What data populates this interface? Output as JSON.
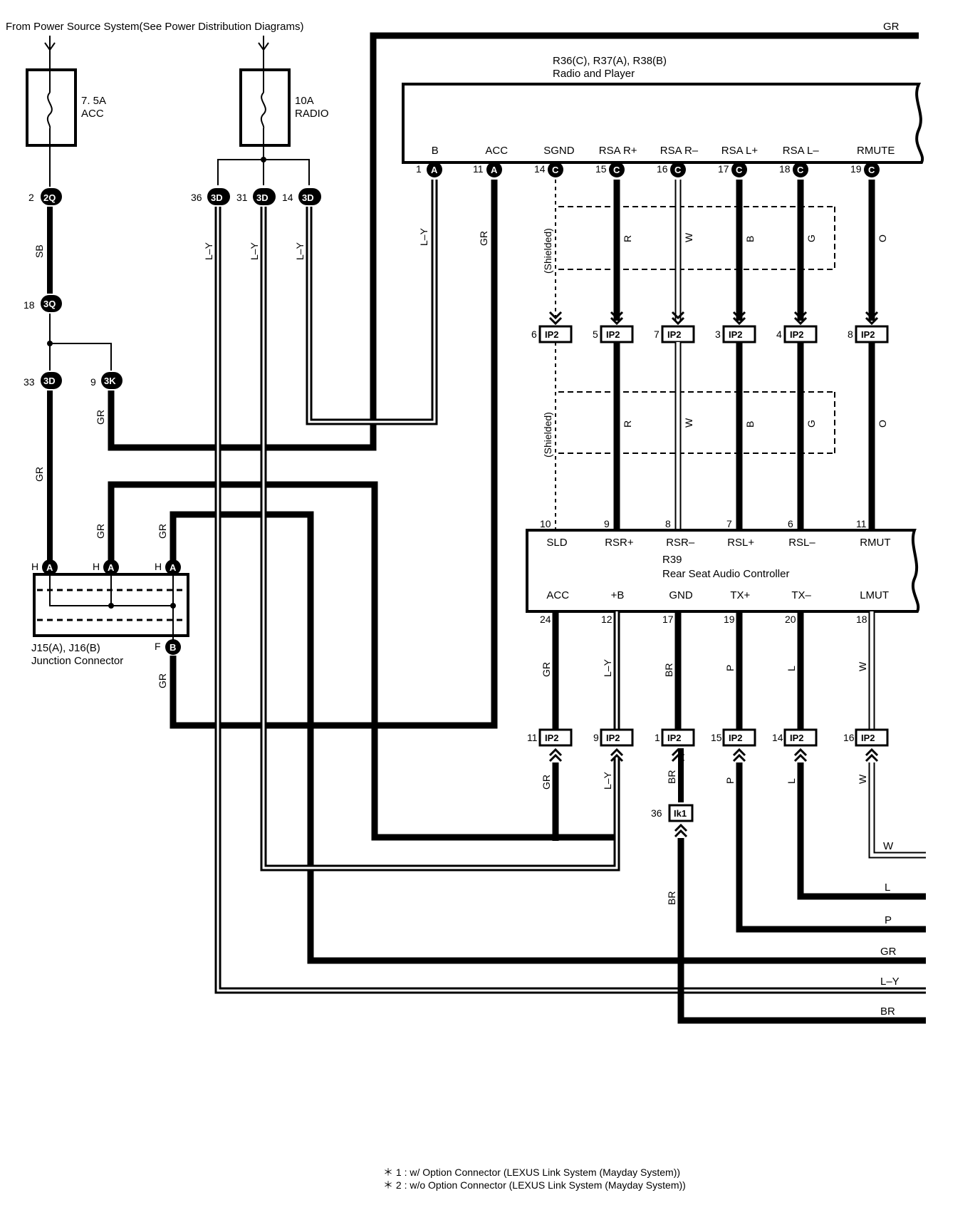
{
  "source_note": "From Power Source System(See Power Distribution Diagrams)",
  "fuses": [
    {
      "rating": "7. 5A",
      "name": "ACC"
    },
    {
      "rating": "10A",
      "name": "RADIO"
    }
  ],
  "radio": {
    "id": "R36(C), R37(A), R38(B)",
    "name": "Radio and Player",
    "terminals": [
      {
        "label": "B",
        "pin": "1",
        "conn": "A",
        "wire": "L–Y"
      },
      {
        "label": "ACC",
        "pin": "11",
        "conn": "A",
        "wire": "GR"
      },
      {
        "label": "SGND",
        "pin": "14",
        "conn": "C",
        "wire": ""
      },
      {
        "label": "RSA R+",
        "pin": "15",
        "conn": "C",
        "wire": "R"
      },
      {
        "label": "RSA R–",
        "pin": "16",
        "conn": "C",
        "wire": "W"
      },
      {
        "label": "RSA L+",
        "pin": "17",
        "conn": "C",
        "wire": "B"
      },
      {
        "label": "RSA L–",
        "pin": "18",
        "conn": "C",
        "wire": "G"
      },
      {
        "label": "RMUTE",
        "pin": "19",
        "conn": "C",
        "wire": "O"
      }
    ]
  },
  "shielded_label": "(Shielded)",
  "ip2_upper": [
    {
      "pin": "6",
      "conn": "IP2",
      "wire": ""
    },
    {
      "pin": "5",
      "conn": "IP2",
      "wire": "R"
    },
    {
      "pin": "7",
      "conn": "IP2",
      "wire": "W"
    },
    {
      "pin": "3",
      "conn": "IP2",
      "wire": "B"
    },
    {
      "pin": "4",
      "conn": "IP2",
      "wire": "G"
    },
    {
      "pin": "8",
      "conn": "IP2",
      "wire": "O"
    }
  ],
  "controller": {
    "id": "R39",
    "name": "Rear Seat Audio Controller",
    "top_terminals": [
      {
        "pin": "10",
        "label": "SLD"
      },
      {
        "pin": "9",
        "label": "RSR+"
      },
      {
        "pin": "8",
        "label": "RSR–"
      },
      {
        "pin": "7",
        "label": "RSL+"
      },
      {
        "pin": "6",
        "label": "RSL–"
      },
      {
        "pin": "11",
        "label": "RMUT"
      }
    ],
    "bottom_terminals": [
      {
        "pin": "24",
        "label": "ACC",
        "wire": "GR"
      },
      {
        "pin": "12",
        "label": "+B",
        "wire": "L–Y"
      },
      {
        "pin": "17",
        "label": "GND",
        "wire": "BR"
      },
      {
        "pin": "19",
        "label": "TX+",
        "wire": "P"
      },
      {
        "pin": "20",
        "label": "TX–",
        "wire": "L"
      },
      {
        "pin": "18",
        "label": "LMUT",
        "wire": "W"
      }
    ]
  },
  "ip2_lower": [
    {
      "pin": "11",
      "conn": "IP2",
      "wire": "GR"
    },
    {
      "pin": "9",
      "conn": "IP2",
      "wire": "L–Y"
    },
    {
      "pin": "1",
      "conn": "IP2",
      "wire": "BR"
    },
    {
      "pin": "15",
      "conn": "IP2",
      "wire": "P"
    },
    {
      "pin": "14",
      "conn": "IP2",
      "wire": "L"
    },
    {
      "pin": "16",
      "conn": "IP2",
      "wire": "W"
    }
  ],
  "ik1": {
    "pin": "36",
    "conn": "Ik1",
    "wire": "BR"
  },
  "left_connectors": {
    "c2q": {
      "pin": "2",
      "conn": "2Q"
    },
    "c3q": {
      "pin": "18",
      "conn": "3Q"
    },
    "c3d_33": {
      "pin": "33",
      "conn": "3D"
    },
    "c3k": {
      "pin": "9",
      "conn": "3K"
    },
    "c3d_36": {
      "pin": "36",
      "conn": "3D"
    },
    "c3d_31": {
      "pin": "31",
      "conn": "3D"
    },
    "c3d_14": {
      "pin": "14",
      "conn": "3D"
    }
  },
  "left_wires": {
    "sb": "SB",
    "gr": "GR",
    "ly": "L–Y"
  },
  "junction": {
    "id": "J15(A), J16(B)",
    "name": "Junction Connector",
    "pin_h": "H",
    "pin_f": "F",
    "conn_a": "A",
    "conn_b": "B"
  },
  "right_exits": [
    "GR",
    "W",
    "L",
    "P",
    "GR",
    "L–Y",
    "BR"
  ],
  "footnotes": [
    "＊ 1 : w/ Option Connector (LEXUS Link System (Mayday System))",
    "＊ 2 : w/o Option Connector (LEXUS Link System (Mayday System))"
  ]
}
